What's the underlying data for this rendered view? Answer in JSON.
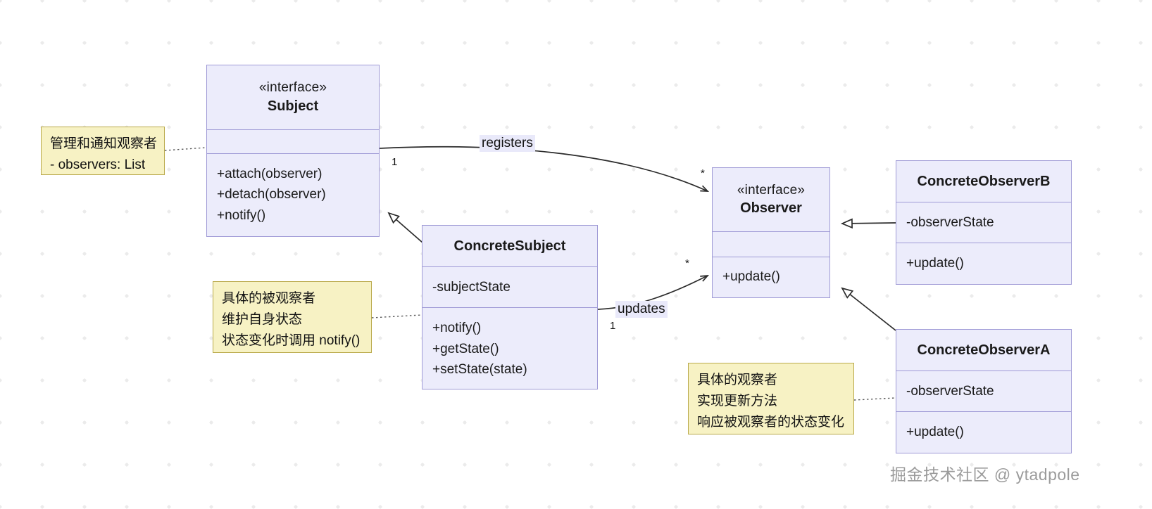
{
  "diagram": {
    "title": "Observer Pattern UML Class Diagram",
    "colors": {
      "class_fill": "#ececfb",
      "class_border": "#9f9ad6",
      "note_fill": "#f7f2c4",
      "note_border": "#b9a94a",
      "edge_stroke": "#2b2b2b",
      "label_bg": "#e9e9fa",
      "grid_dot": "#ebebeb",
      "canvas_bg": "#ffffff",
      "watermark": "#9b9b9b"
    }
  },
  "classes": {
    "subject": {
      "stereotype": "«interface»",
      "name": "Subject",
      "attributes": [],
      "methods": [
        "+attach(observer)",
        "+detach(observer)",
        "+notify()"
      ]
    },
    "concrete_subject": {
      "stereotype": "",
      "name": "ConcreteSubject",
      "attributes": [
        "-subjectState"
      ],
      "methods": [
        "+notify()",
        "+getState()",
        "+setState(state)"
      ]
    },
    "observer": {
      "stereotype": "«interface»",
      "name": "Observer",
      "attributes": [],
      "methods": [
        "+update()"
      ]
    },
    "concrete_observer_b": {
      "stereotype": "",
      "name": "ConcreteObserverB",
      "attributes": [
        "-observerState"
      ],
      "methods": [
        "+update()"
      ]
    },
    "concrete_observer_a": {
      "stereotype": "",
      "name": "ConcreteObserverA",
      "attributes": [
        "-observerState"
      ],
      "methods": [
        "+update()"
      ]
    }
  },
  "notes": {
    "subject_note": {
      "lines": [
        "管理和通知观察者",
        "- observers: List"
      ]
    },
    "concrete_subject_note": {
      "lines": [
        "具体的被观察者",
        "维护自身状态",
        "状态变化时调用 notify()"
      ]
    },
    "concrete_observer_note": {
      "lines": [
        "具体的观察者",
        "实现更新方法",
        "响应被观察者的状态变化"
      ]
    }
  },
  "edges": {
    "registers": {
      "label": "registers",
      "source_multiplicity": "1",
      "target_multiplicity": "*"
    },
    "updates": {
      "label": "updates",
      "source_multiplicity": "1",
      "target_multiplicity": "*"
    }
  },
  "watermark": {
    "text": "掘金技术社区 @ ytadpole"
  }
}
